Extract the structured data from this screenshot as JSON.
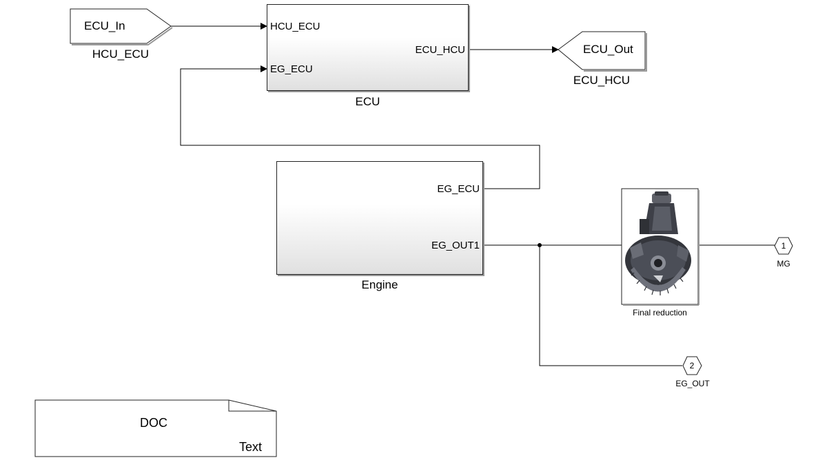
{
  "goto_from": {
    "from_label": "ECU_In",
    "from_caption": "HCU_ECU",
    "goto_label": "ECU_Out",
    "goto_caption": "ECU_HCU"
  },
  "ecu": {
    "name": "ECU",
    "in_ports": [
      "HCU_ECU",
      "EG_ECU"
    ],
    "out_ports": [
      "ECU_HCU"
    ]
  },
  "engine": {
    "name": "Engine",
    "out_ports": [
      "EG_ECU",
      "EG_OUT1"
    ]
  },
  "final_reduction": {
    "name": "Final reduction"
  },
  "outports": [
    {
      "number": "1",
      "name": "MG"
    },
    {
      "number": "2",
      "name": "EG_OUT"
    }
  ],
  "doc_block": {
    "title": "DOC",
    "subtitle": "Text"
  },
  "colors": {
    "line": "#000000",
    "block_border": "#222222",
    "shadow": "#9a9a9a"
  }
}
